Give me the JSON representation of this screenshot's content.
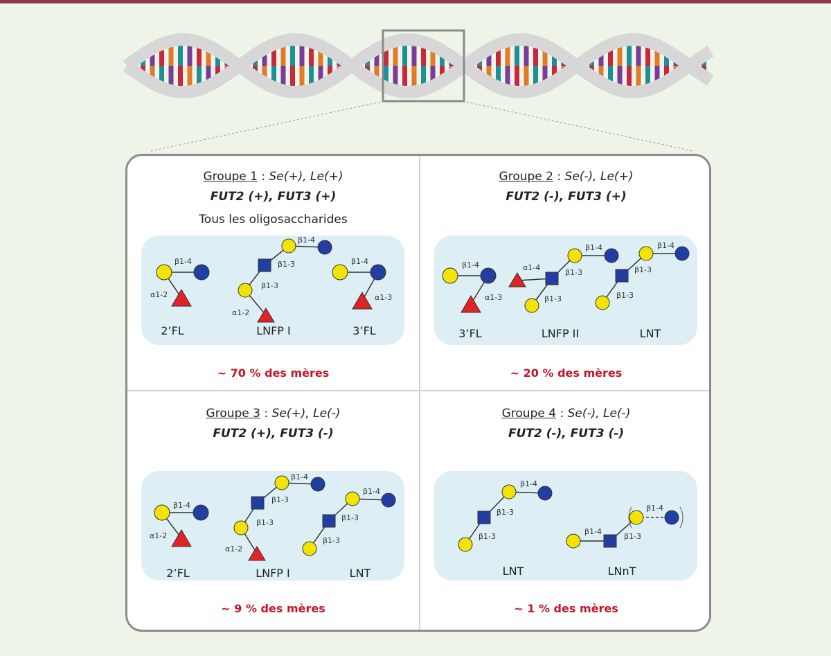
{
  "colors": {
    "galactose": "#f2e400",
    "glucose": "#213ea3",
    "glcnac": "#213ea3",
    "fucose": "#e22323",
    "percent_text": "#c4162a",
    "box_bg": "#ddeef5",
    "helix_backbone": "#d7d7d7",
    "base_colors": [
      "#e07b2a",
      "#1f8e97",
      "#7a3c99",
      "#c8283c"
    ]
  },
  "quadrants": [
    {
      "group_label": "Groupe 1",
      "sep": " : ",
      "genotype": "Se(+), Le(+)",
      "genes": "FUT2 (+), FUT3 (+)",
      "subtitle": "Tous les oligosaccharides",
      "percentage": "~ 70 % des mères",
      "molecules": [
        "2’FL",
        "LNFP I",
        "3’FL"
      ],
      "links": [
        "β1-4",
        "α1-2",
        "β1-4",
        "β1-3",
        "β1-3",
        "α1-2",
        "β1-4",
        "α1-3"
      ]
    },
    {
      "group_label": "Groupe 2",
      "sep": " : ",
      "genotype": "Se(-), Le(+)",
      "genes": "FUT2 (-), FUT3 (+)",
      "subtitle": "",
      "percentage": "~ 20 % des mères",
      "molecules": [
        "3’FL",
        "LNFP II",
        "LNT"
      ],
      "links": [
        "β1-4",
        "α1-3",
        "α1-4",
        "β1-4",
        "β1-3",
        "β1-3",
        "β1-4",
        "β1-3",
        "β1-3"
      ]
    },
    {
      "group_label": "Groupe 3",
      "sep": " : ",
      "genotype": "Se(+), Le(-)",
      "genes": "FUT2 (+), FUT3 (-)",
      "subtitle": "",
      "percentage": "~ 9 % des mères",
      "molecules": [
        "2’FL",
        "LNFP I",
        "LNT"
      ],
      "links": [
        "β1-4",
        "α1-2",
        "β1-4",
        "β1-3",
        "β1-3",
        "α1-2",
        "β1-4",
        "β1-3",
        "β1-3"
      ]
    },
    {
      "group_label": "Groupe 4",
      "sep": " : ",
      "genotype": "Se(-), Le(-)",
      "genes": "FUT2 (-), FUT3 (-)",
      "subtitle": "",
      "percentage": "~ 1 % des mères",
      "molecules": [
        "LNT",
        "LNnT"
      ],
      "links": [
        "β1-4",
        "β1-3",
        "β1-3",
        "β1-4",
        "β1-4",
        "β1-3"
      ]
    }
  ]
}
